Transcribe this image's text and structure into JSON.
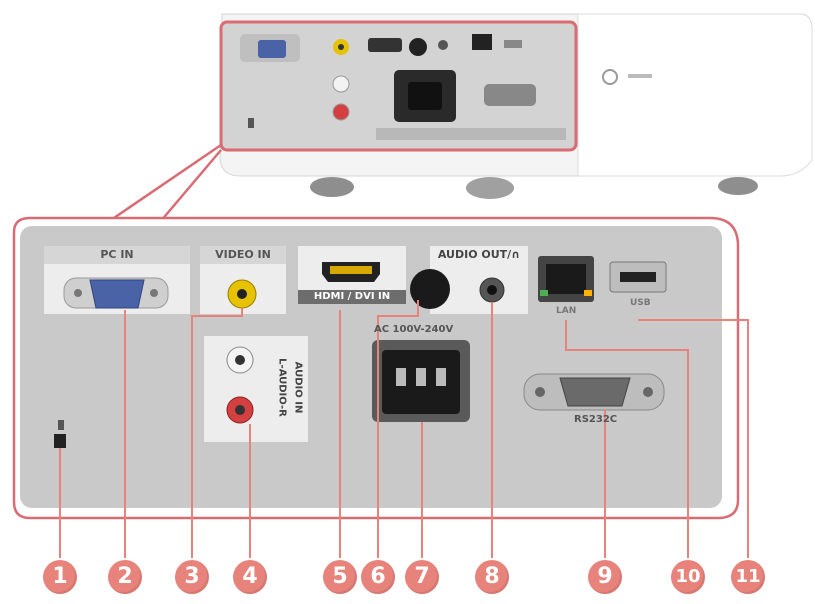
{
  "title": "",
  "colors": {
    "callout": "#e8837c",
    "panel": "#c9c9c9",
    "panel_border": "#d96b72",
    "header_bg": "#d6d6d6"
  },
  "ports": {
    "pc_in": "PC IN",
    "video_in": "VIDEO IN",
    "audio_in": "AUDIO IN",
    "audio_in_sub": "L-AUDIO-R",
    "hdmi": "HDMI / DVI IN",
    "audio_out": "AUDIO OUT/∩",
    "ac": "AC 100V-240V",
    "lan": "LAN",
    "usb": "USB",
    "rs232c": "RS232C"
  },
  "callouts": [
    "1",
    "2",
    "3",
    "4",
    "5",
    "6",
    "7",
    "8",
    "9",
    "10",
    "11"
  ]
}
